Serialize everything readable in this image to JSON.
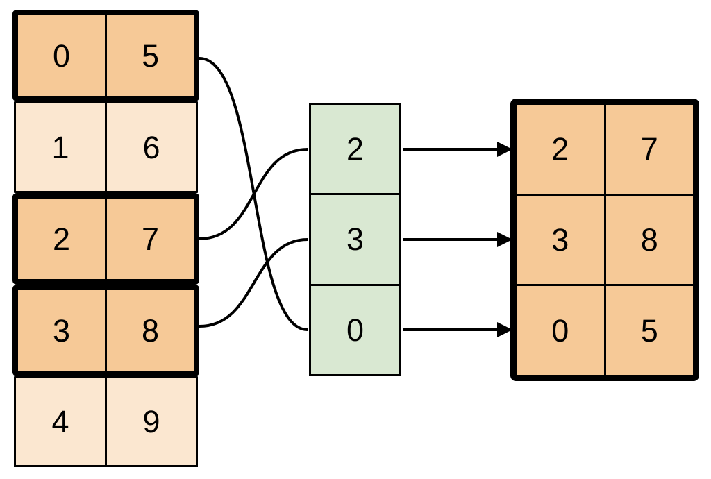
{
  "diagram": {
    "source_table": {
      "rows": [
        {
          "cells": [
            "0",
            "5"
          ],
          "highlighted": true
        },
        {
          "cells": [
            "1",
            "6"
          ],
          "highlighted": false
        },
        {
          "cells": [
            "2",
            "7"
          ],
          "highlighted": true
        },
        {
          "cells": [
            "3",
            "8"
          ],
          "highlighted": true
        },
        {
          "cells": [
            "4",
            "9"
          ],
          "highlighted": false
        }
      ]
    },
    "index_column": {
      "values": [
        "2",
        "3",
        "0"
      ]
    },
    "result_table": {
      "rows": [
        {
          "cells": [
            "2",
            "7"
          ]
        },
        {
          "cells": [
            "3",
            "8"
          ]
        },
        {
          "cells": [
            "0",
            "5"
          ]
        }
      ]
    },
    "connections": {
      "curves": [
        {
          "from": "source-row-0",
          "to": "index-cell-value-0"
        },
        {
          "from": "source-row-2",
          "to": "index-cell-value-2"
        },
        {
          "from": "source-row-3",
          "to": "index-cell-value-3"
        }
      ],
      "arrows": [
        {
          "from": "index-cell-value-2",
          "to": "result-row-0"
        },
        {
          "from": "index-cell-value-3",
          "to": "result-row-1"
        },
        {
          "from": "index-cell-value-0",
          "to": "result-row-2"
        }
      ]
    },
    "colors": {
      "highlight_fill": "#F6C997",
      "muted_fill": "#FBE7D0",
      "index_fill": "#D9E8D2",
      "line": "#000000",
      "background": "#FFFFFF"
    }
  }
}
